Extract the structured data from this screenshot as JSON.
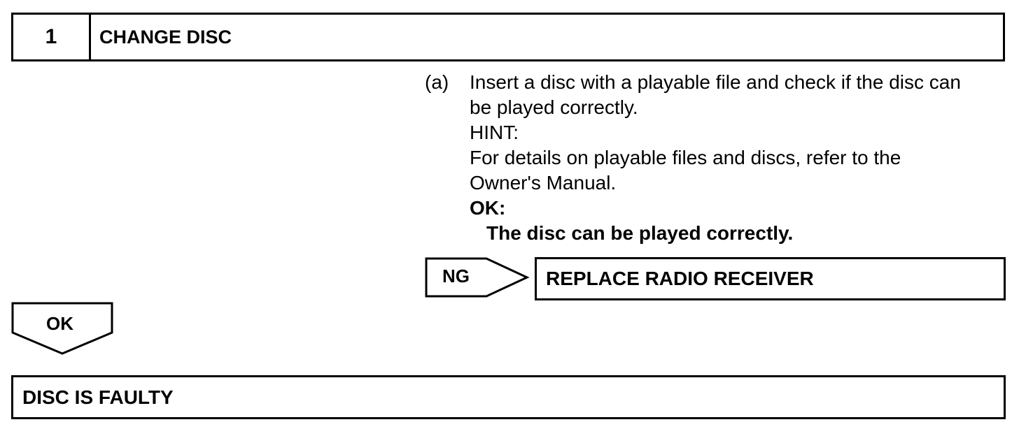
{
  "step": {
    "number": "1",
    "title": "CHANGE DISC"
  },
  "instruction": {
    "marker": "(a)",
    "line1": "Insert a disc with a playable file and check if the disc can",
    "line2": "be played correctly.",
    "hint_label": "HINT:",
    "hint_line1": "For details on playable files and discs, refer to the",
    "hint_line2": "Owner's Manual.",
    "ok_label": "OK:",
    "ok_criteria": "The disc can be played correctly."
  },
  "ng_branch": {
    "label": "NG",
    "result": "REPLACE RADIO RECEIVER"
  },
  "ok_branch": {
    "label": "OK",
    "result": "DISC IS FAULTY"
  }
}
